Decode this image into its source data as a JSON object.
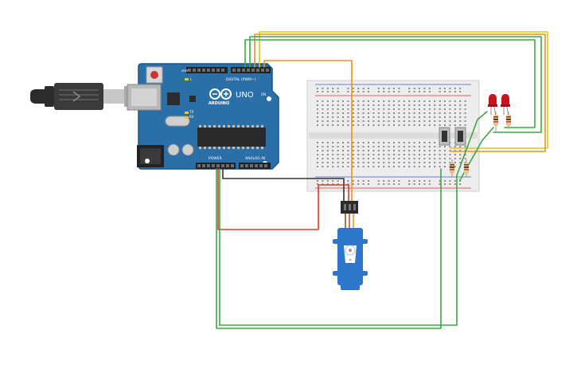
{
  "arduino": {
    "brand": "ARDUINO",
    "model": "UNO",
    "digital_label": "DIGITAL (PWM~)",
    "power_label": "POWER",
    "analog_label": "ANALOG IN",
    "tx_label": "TX",
    "rx_label": "RX",
    "l_label": "L",
    "on_label": "ON",
    "aref_label": "AREF",
    "gnd_label": "GND"
  },
  "components": {
    "usb_cable": "usb-cable",
    "breadboard": "breadboard",
    "servo": "servo-motor",
    "buttons": 2,
    "leds": 2,
    "resistors": 4
  },
  "colors": {
    "board": "#2a6fa8",
    "board_dark": "#1d5585",
    "breadboard": "#ededed",
    "rail_red": "#d33",
    "rail_blue": "#3c5fc4",
    "wire_green": "#3aa844",
    "wire_orange": "#e89320",
    "wire_yellow": "#e3c31d",
    "wire_red": "#d83a2b",
    "wire_black": "#333333",
    "servo_blue": "#2d76c9",
    "led_red": "#c8141c"
  }
}
